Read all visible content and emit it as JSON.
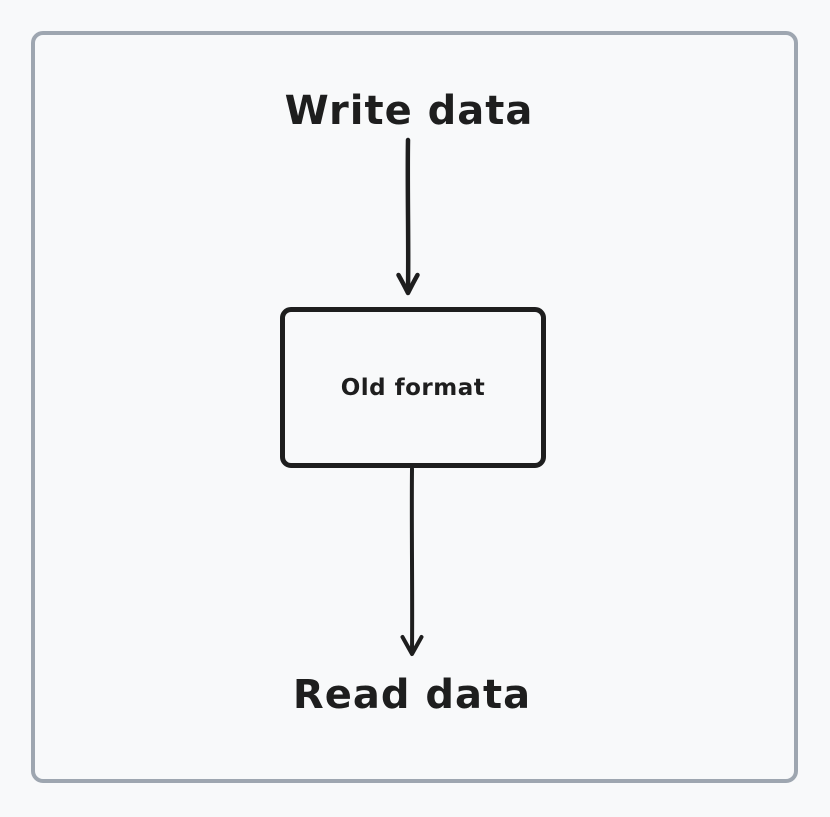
{
  "diagram": {
    "top_label": "Write data",
    "box": {
      "label": "Old format"
    },
    "bottom_label": "Read data"
  },
  "icons": {
    "arrow_top": "arrow-down-icon",
    "arrow_bottom": "arrow-down-icon"
  },
  "colors": {
    "page_background": "#F8F9FA",
    "frame_border": "#9EA6B0",
    "ink": "#1E1E1E"
  }
}
